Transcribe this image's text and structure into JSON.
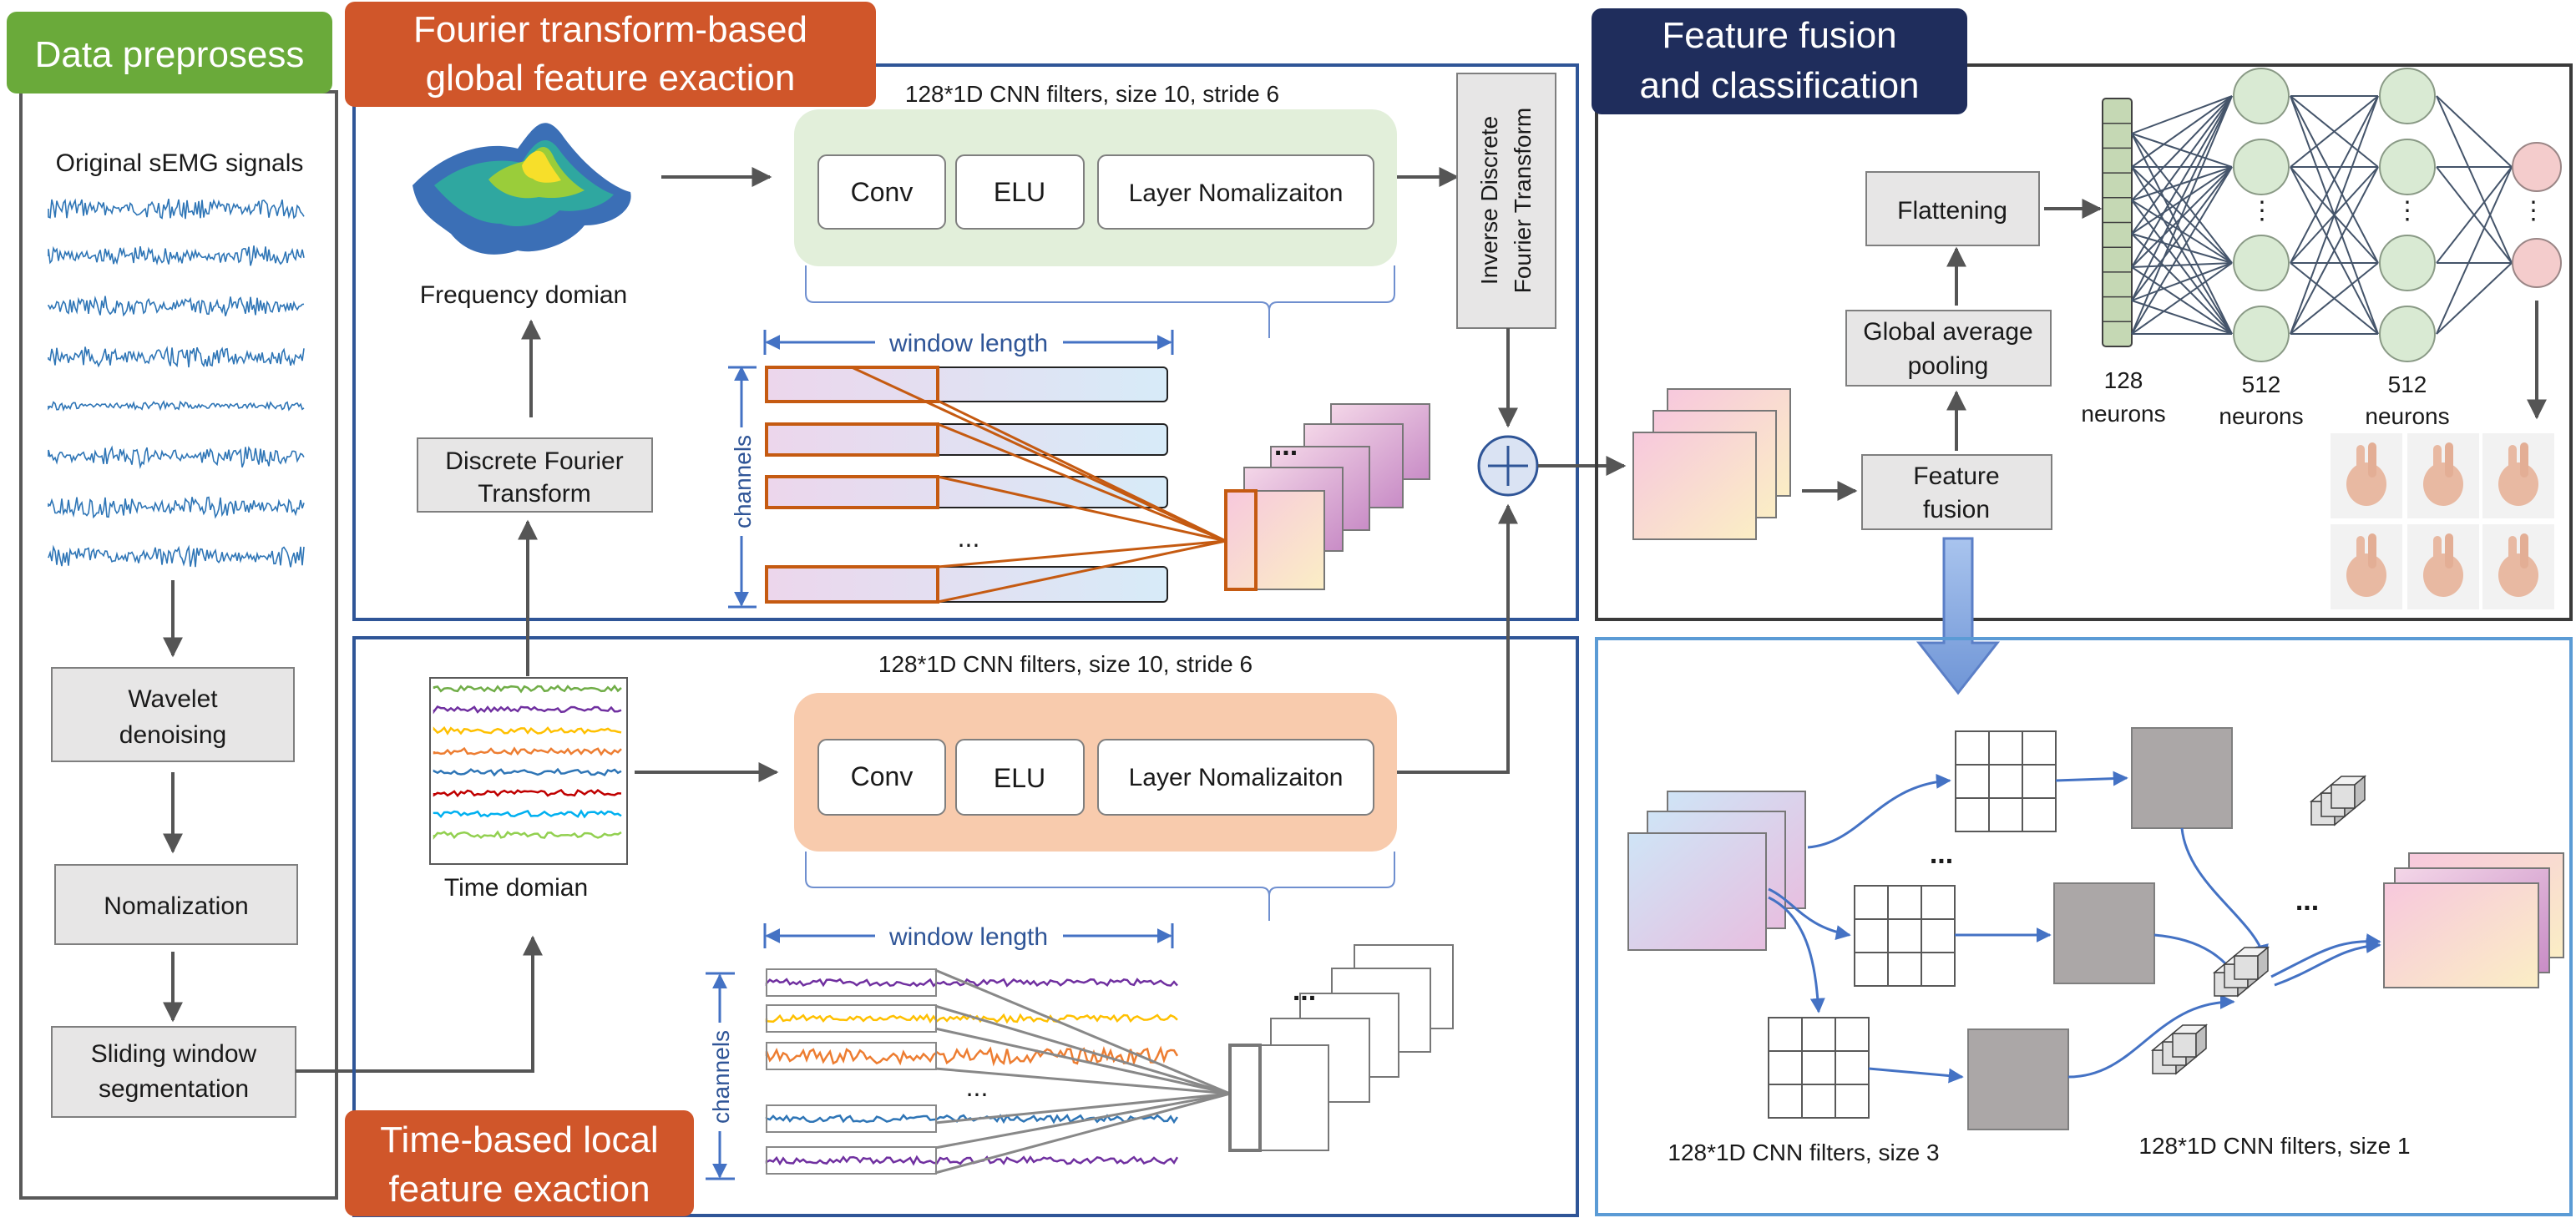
{
  "sections": {
    "preprocess": {
      "title": "Data preprosess",
      "signals_label": "Original sEMG signals",
      "steps": [
        [
          "Wavelet",
          "denoising"
        ],
        [
          "Nomalization"
        ],
        [
          "Sliding window",
          "segmentation"
        ]
      ]
    },
    "fourier": {
      "title_lines": [
        "Fourier transform-based",
        "global feature exaction"
      ],
      "filters_label": "128*1D CNN filters, size 10, stride 6",
      "freq_label": "Frequency domian",
      "dft_lines": [
        "Discrete Fourier",
        "Transform"
      ],
      "idft_lines": [
        "Inverse Discrete",
        "Fourier Transform"
      ],
      "window_label": "window length",
      "channels_label": "channels",
      "ellipsis": "..."
    },
    "time": {
      "title_lines": [
        "Time-based local",
        "feature exaction"
      ],
      "filters_label": "128*1D CNN filters, size 10, stride 6",
      "time_label": "Time domian",
      "window_label": "window length",
      "channels_label": "channels",
      "ellipsis": "..."
    },
    "fusion": {
      "title_lines": [
        "Feature fusion",
        "and classification"
      ],
      "flatten_label": "Flattening",
      "gap_lines": [
        "Global average",
        "pooling"
      ],
      "fusion_lines": [
        "Feature",
        "fusion"
      ],
      "neuron_labels": [
        [
          "128",
          "neurons"
        ],
        [
          "512",
          "neurons"
        ],
        [
          "512",
          "neurons"
        ]
      ],
      "dots": "⋮"
    },
    "fusion_detail": {
      "label_size3": "128*1D CNN filters, size 3",
      "label_size1": "128*1D CNN filters, size 1",
      "ellipsis": "..."
    }
  },
  "conv_block": {
    "conv": "Conv",
    "elu": "ELU",
    "ln": "Layer Nomalizaiton"
  },
  "colors": {
    "header_green": "#6aaa3a",
    "header_orange": "#d0562a",
    "header_navy": "#1f2d5c",
    "frame_blue": "#2f5597",
    "frame_lightblue": "#5b9bd5",
    "conv_green_bg": "#e2efda",
    "conv_peach_bg": "#f8cbad",
    "signal_blue": "#2e75b6",
    "neuron_green": "#d9ead3",
    "neuron_pink": "#f4cccc",
    "arrow_blue": "#8eaadb"
  },
  "icons": {
    "freq": "frequency-surface-icon",
    "sum": "sum-node-icon",
    "hands": "hand-gesture-icon"
  }
}
